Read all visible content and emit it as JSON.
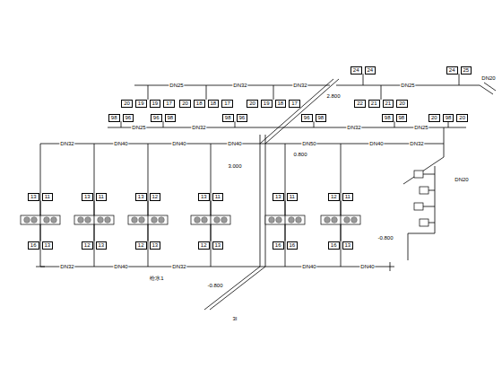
{
  "diagram": {
    "nodes": [
      {
        "text": [
          "24",
          "24"
        ]
      },
      {
        "text": [
          "24",
          "25"
        ]
      },
      {
        "text": [
          "20",
          "19",
          "19",
          "17"
        ]
      },
      {
        "text": [
          "20",
          "18",
          "18",
          "17"
        ]
      },
      {
        "text": [
          "20",
          "19",
          "18",
          "17"
        ]
      },
      {
        "text": [
          "22",
          "21",
          "21",
          "20"
        ]
      },
      {
        "text": [
          "98",
          "96"
        ]
      },
      {
        "text": [
          "96",
          "98"
        ]
      },
      {
        "text": [
          "98",
          "96"
        ]
      },
      {
        "text": [
          "96",
          "98"
        ]
      },
      {
        "text": [
          "98",
          "98"
        ]
      },
      {
        "text": [
          "20",
          "98",
          "20"
        ]
      },
      {
        "text": [
          "13",
          "11"
        ]
      },
      {
        "text": [
          "13",
          "11"
        ]
      },
      {
        "text": [
          "13",
          "12"
        ]
      },
      {
        "text": [
          "13",
          "11"
        ]
      },
      {
        "text": [
          "13",
          "11"
        ]
      },
      {
        "text": [
          "12",
          "11"
        ]
      },
      {
        "text": [
          "16",
          "13"
        ]
      },
      {
        "text": [
          "12",
          "13"
        ]
      },
      {
        "text": [
          "12",
          "13"
        ]
      },
      {
        "text": [
          "12",
          "13"
        ]
      },
      {
        "text": [
          "16",
          "16"
        ]
      },
      {
        "text": [
          "16",
          "13"
        ]
      }
    ],
    "edges": [
      {
        "from": 12,
        "to": 18,
        "arrow": "none"
      },
      {
        "from": 13,
        "to": 19,
        "arrow": "none"
      },
      {
        "from": 14,
        "to": 20,
        "arrow": "none"
      },
      {
        "from": 15,
        "to": 21,
        "arrow": "none"
      },
      {
        "from": 16,
        "to": 22,
        "arrow": "none"
      },
      {
        "from": 17,
        "to": 23,
        "arrow": "none"
      }
    ],
    "labels": [
      "DN25",
      "DN32",
      "DN32",
      "DN25",
      "DN20",
      "DN25",
      "DN32",
      "DN32",
      "DN25",
      "DN32",
      "DN40",
      "DN40",
      "DN40",
      "DN50",
      "DN40",
      "DN32",
      "DN32",
      "DN40",
      "DN32",
      "DN40",
      "DN40",
      "0.800",
      "2.800",
      "3.000",
      "-0.800",
      "-0.800",
      "给水1",
      "3I",
      "DN20"
    ]
  }
}
